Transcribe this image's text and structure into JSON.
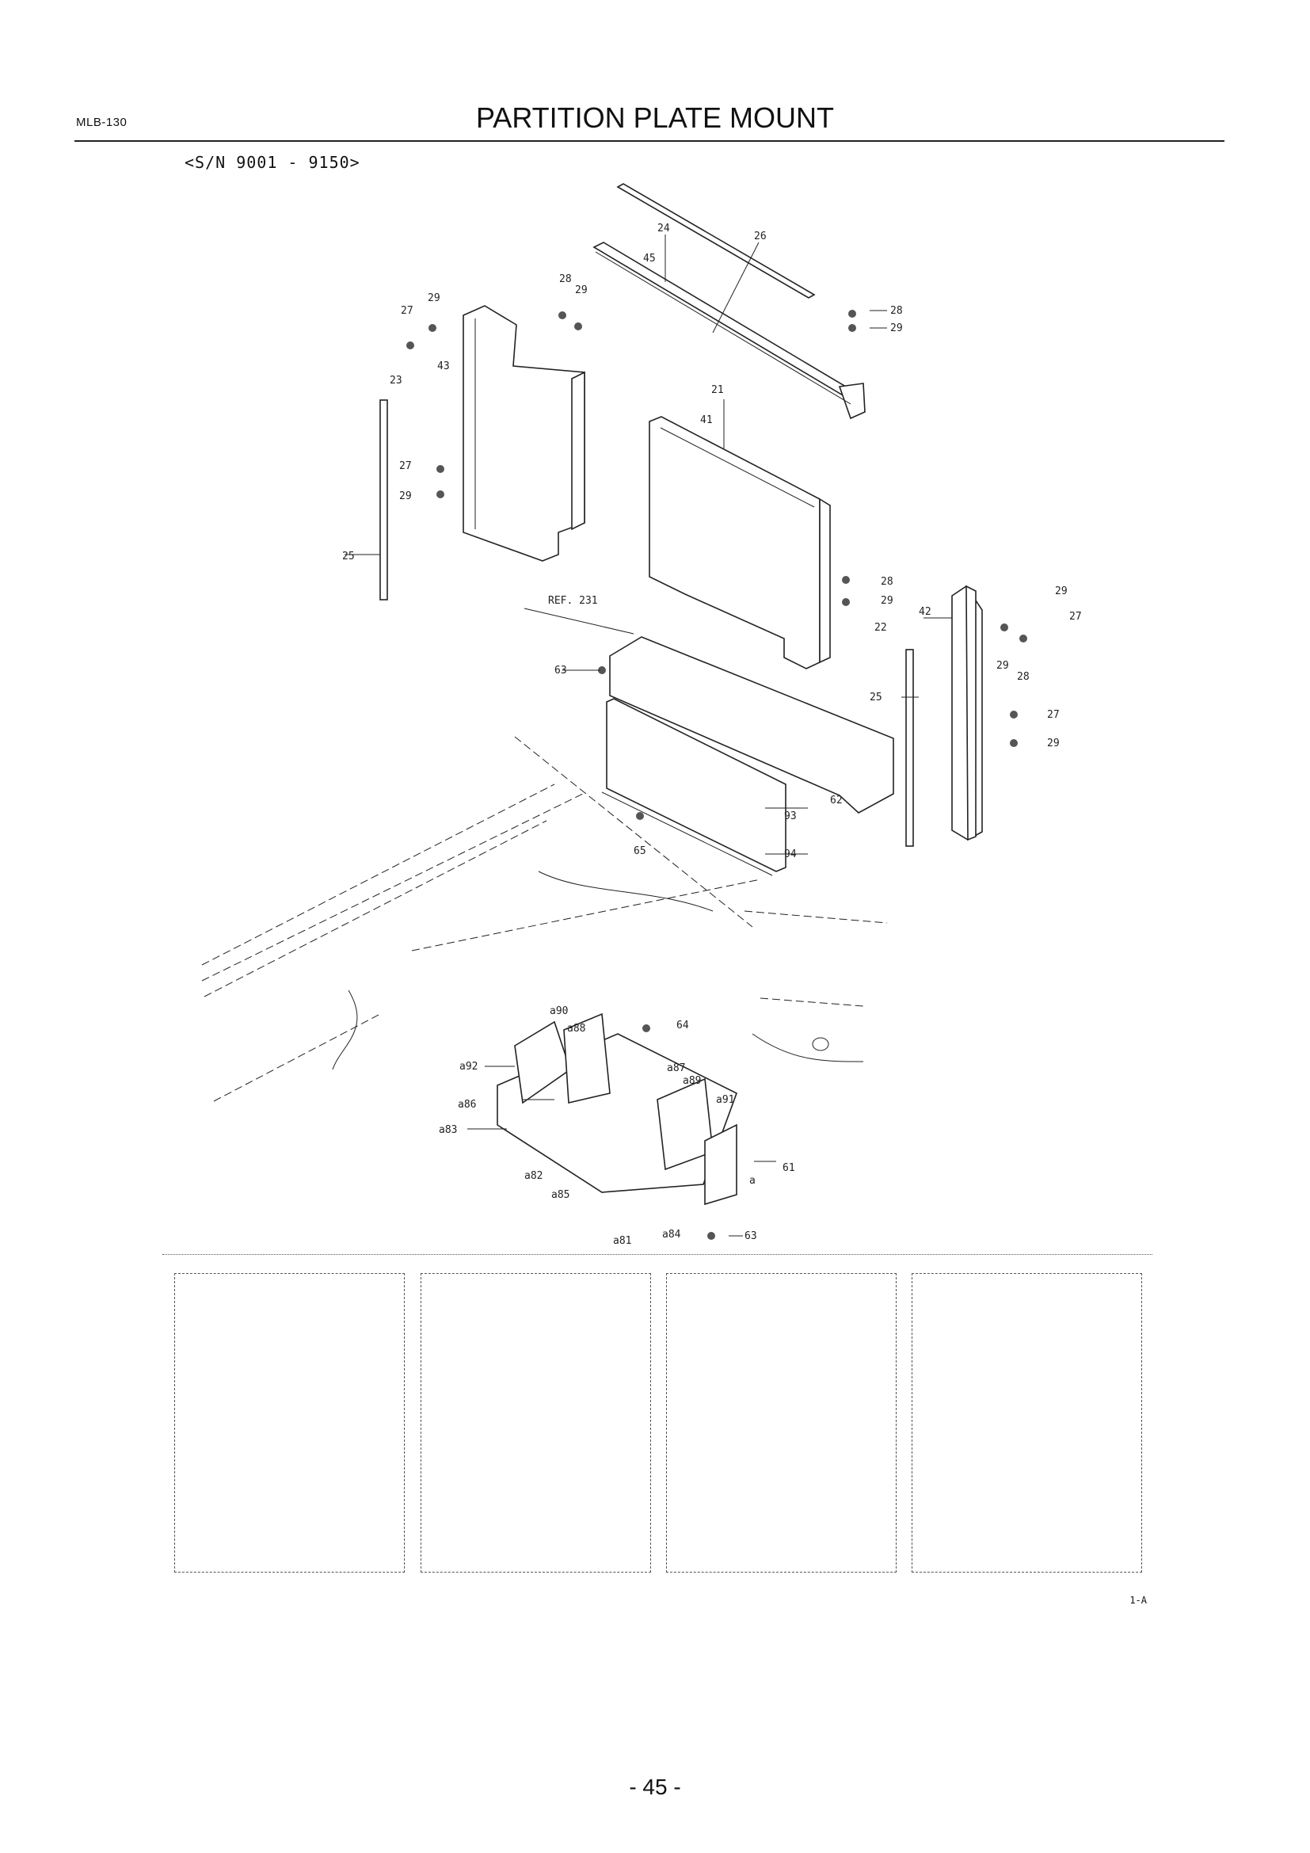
{
  "header": {
    "doc_code": "MLB-130",
    "title": "PARTITION PLATE MOUNT",
    "serial_range": "<S/N 9001 - 9150>"
  },
  "callouts": {
    "c24": "24",
    "c26": "26",
    "c45": "45",
    "c28a": "28",
    "c29a": "29",
    "c28b": "28",
    "c29b": "29",
    "c29c": "29",
    "c27a": "27",
    "c43": "43",
    "c23": "23",
    "c27b": "27",
    "c29d": "29",
    "c25a": "25",
    "c21": "21",
    "c41": "41",
    "c28c": "28",
    "c29e": "29",
    "c42": "42",
    "c22": "22",
    "c25b": "25",
    "c29f": "29",
    "c27c": "27",
    "c29g": "29",
    "c28d": "28",
    "c27d": "27",
    "c29h": "29",
    "ref231": "REF. 231",
    "c63a": "63",
    "c65": "65",
    "c93": "93",
    "c62": "62",
    "c94": "94",
    "c890": "a90",
    "c888": "a88",
    "c64": "64",
    "c892": "a92",
    "c887": "a87",
    "c889": "a89",
    "c886": "a86",
    "c891": "a91",
    "c883": "a83",
    "c882": "a82",
    "c885": "a85",
    "c8": "a",
    "c61": "61",
    "c881": "a81",
    "c884": "a84",
    "c63b": "63"
  },
  "figure_code": "1-A",
  "page_number": "- 45 -"
}
